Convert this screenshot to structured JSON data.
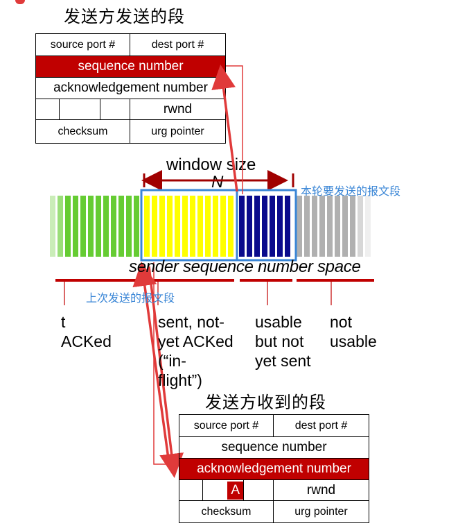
{
  "top": {
    "title": "发送方发送的段",
    "source_port": "source port #",
    "dest_port": "dest port #",
    "sequence_number": "sequence number",
    "ack_number": "acknowledgement number",
    "rwnd": "rwnd",
    "checksum": "checksum",
    "urg_pointer": "urg pointer"
  },
  "window": {
    "size_label": "window size",
    "n_label": "N",
    "space_label": "sender sequence number space"
  },
  "annotations": {
    "this_round": "本轮要发送的报文段",
    "last_sent": "上次发送的报文段"
  },
  "categories": {
    "acked": [
      "t",
      "ACKed"
    ],
    "inflight": [
      "sent, not-",
      "yet ACKed",
      "(“in-",
      "flight”)"
    ],
    "usable": [
      "usable",
      "but not",
      "yet sent"
    ],
    "not_usable": [
      "not",
      "usable"
    ]
  },
  "bottom": {
    "title": "发送方收到的段",
    "source_port": "source port #",
    "dest_port": "dest port #",
    "sequence_number": "sequence number",
    "ack_number": "acknowledgement number",
    "a_flag": "A",
    "rwnd": "rwnd",
    "checksum": "checksum",
    "urg_pointer": "urg pointer"
  },
  "colors": {
    "acked": "#66cc33",
    "inflight": "#ffff00",
    "usable": "#0a0a8c",
    "not_usable": "#b0b0b0",
    "highlight": "#c00000",
    "annotation_box": "#3a86d6",
    "arrow": "#e03a3a"
  }
}
